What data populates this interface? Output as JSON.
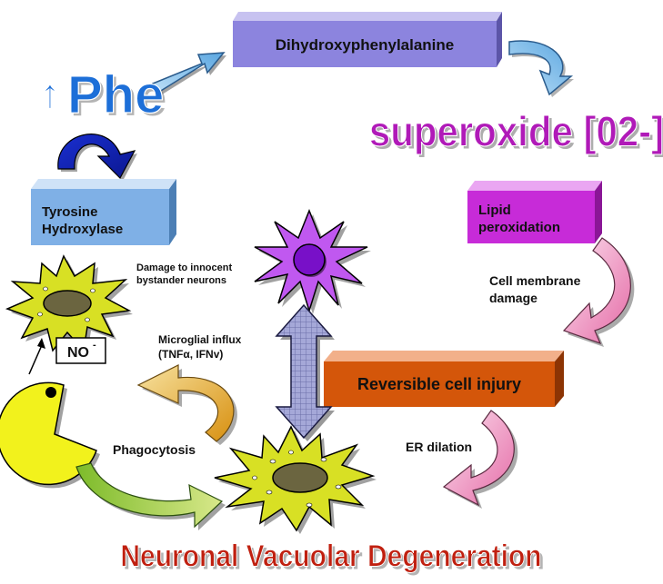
{
  "nodes": {
    "dopa": "Dihydroxyphenylalanine",
    "phe_arrow": "↑",
    "phe": "Phe",
    "superoxide": "superoxide [02-]",
    "tyrosine_line1": "Tyrosine",
    "tyrosine_line2": "Hydroxylase",
    "lipid_line1": "Lipid",
    "lipid_line2": "peroxidation",
    "reversible": "Reversible cell injury",
    "no_base": "NO",
    "no_sup": "-"
  },
  "labels": {
    "damage_line1": "Damage to innocent",
    "damage_line2": "bystander neurons",
    "microglial_line1": "Microglial influx",
    "microglial_line2": "(TNFα, IFNv)",
    "cell_membrane_line1": "Cell membrane",
    "cell_membrane_line2": "damage",
    "phagocytosis": "Phagocytosis",
    "er_dilation": "ER dilation"
  },
  "title": "Neuronal Vacuolar Degeneration",
  "colors": {
    "dopa_box": "#8c84de",
    "tyrosine_box": "#7fb0e6",
    "lipid_box": "#c72bd8",
    "reversible_box": "#d4560a",
    "title": "#c02010",
    "superoxide": "#b01ab8",
    "phe": "#1d6fd8",
    "cell_yellow": "#d8e024",
    "nucleus": "#6b6540",
    "neuron_purple": "#c058f0",
    "pacman": "#f2f21c"
  }
}
